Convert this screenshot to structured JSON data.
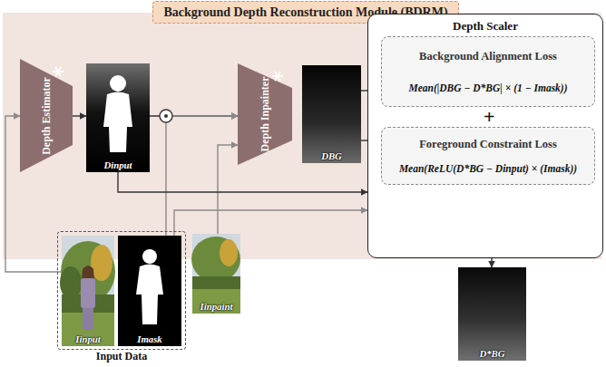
{
  "diagram": {
    "title": "Background Depth Reconstruction Module (BDRM)",
    "nodes": [
      {
        "text": [
          "Depth Estimator"
        ]
      },
      {
        "text": [
          "Dinput"
        ]
      },
      {
        "text": [
          "Depth Inpainter"
        ]
      },
      {
        "text": [
          "DBG"
        ]
      },
      {
        "text": [
          "Depth Scaler"
        ]
      },
      {
        "text": [
          "Background Alignment Loss",
          "Mean(|DBG − D*BG| × (1 − Imask))"
        ],
        "in": 4
      },
      {
        "text": [
          "Foreground Constraint Loss",
          "Mean(ReLU(D*BG − Dinput) × (Imask))"
        ],
        "in": 4
      },
      {
        "text": [
          "D*BG"
        ]
      },
      {
        "text": [
          "Input Data"
        ]
      },
      {
        "text": [
          "Iinput"
        ],
        "in": 8
      },
      {
        "text": [
          "Imask"
        ],
        "in": 8
      },
      {
        "text": [
          "Iinpaint"
        ]
      }
    ],
    "edges": [
      {
        "from": 9,
        "to": 0,
        "arrow": "to"
      },
      {
        "from": 0,
        "to": 1,
        "arrow": "to"
      },
      {
        "from": 1,
        "to": 2,
        "arrow": "to"
      },
      {
        "from": 10,
        "to": 2,
        "arrow": "to"
      },
      {
        "from": 11,
        "to": 2,
        "arrow": "to"
      },
      {
        "from": 3,
        "to": 5,
        "arrow": "to"
      },
      {
        "from": 3,
        "to": 6,
        "arrow": "to"
      },
      {
        "from": 1,
        "to": 4,
        "arrow": "to"
      },
      {
        "from": 10,
        "to": 4,
        "arrow": "to"
      },
      {
        "from": 4,
        "to": 7,
        "arrow": "to"
      }
    ],
    "labels": [
      "+"
    ]
  }
}
